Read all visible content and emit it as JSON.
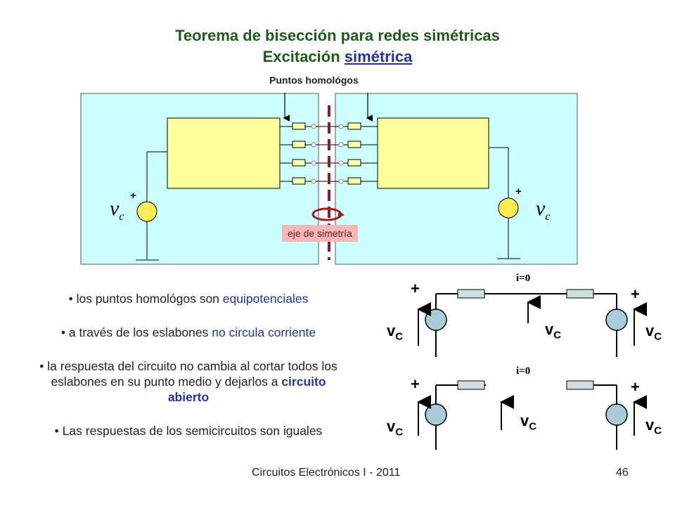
{
  "title": {
    "line1": "Teorema de bisección para redes simétricas",
    "line2_prefix": "Excitación ",
    "line2_link": "simétrica"
  },
  "diagram": {
    "homologous_points_label": "Puntos homológos",
    "axis_label": "eje de simetría",
    "source_label": "v",
    "source_subscript": "c",
    "plus": "+",
    "colors": {
      "panel": "#ccffff",
      "network": "#ffff99",
      "resistor": "#ffffaa",
      "axis": "#8b1a3a",
      "axis_label_bg": "#f4b6b6",
      "source": "#ffee55"
    }
  },
  "bullets": [
    {
      "pre": "los puntos homológos son ",
      "em": "equipotenciales",
      "post": "",
      "em_style": "blue"
    },
    {
      "pre": "a través de los eslabones ",
      "em": "no circula corriente",
      "post": "",
      "em_style": "blue"
    },
    {
      "pre": "la respuesta del circuito no cambia al cortar todos los eslabones en su punto medio y dejarlos a ",
      "em": "circuito abierto",
      "post": "",
      "em_style": "boldblue"
    },
    {
      "pre": "Las respuestas de los semicircuitos son iguales",
      "em": "",
      "post": "",
      "em_style": ""
    }
  ],
  "circuits": {
    "current_label": "i=0",
    "voltage_label": "v",
    "voltage_subscript": "C",
    "plus": "+",
    "colors": {
      "resistor": "#ccdede",
      "source": "#aaccd8"
    }
  },
  "footer": {
    "course": "Circuitos Electrónicos I - 2011",
    "page": "46"
  }
}
